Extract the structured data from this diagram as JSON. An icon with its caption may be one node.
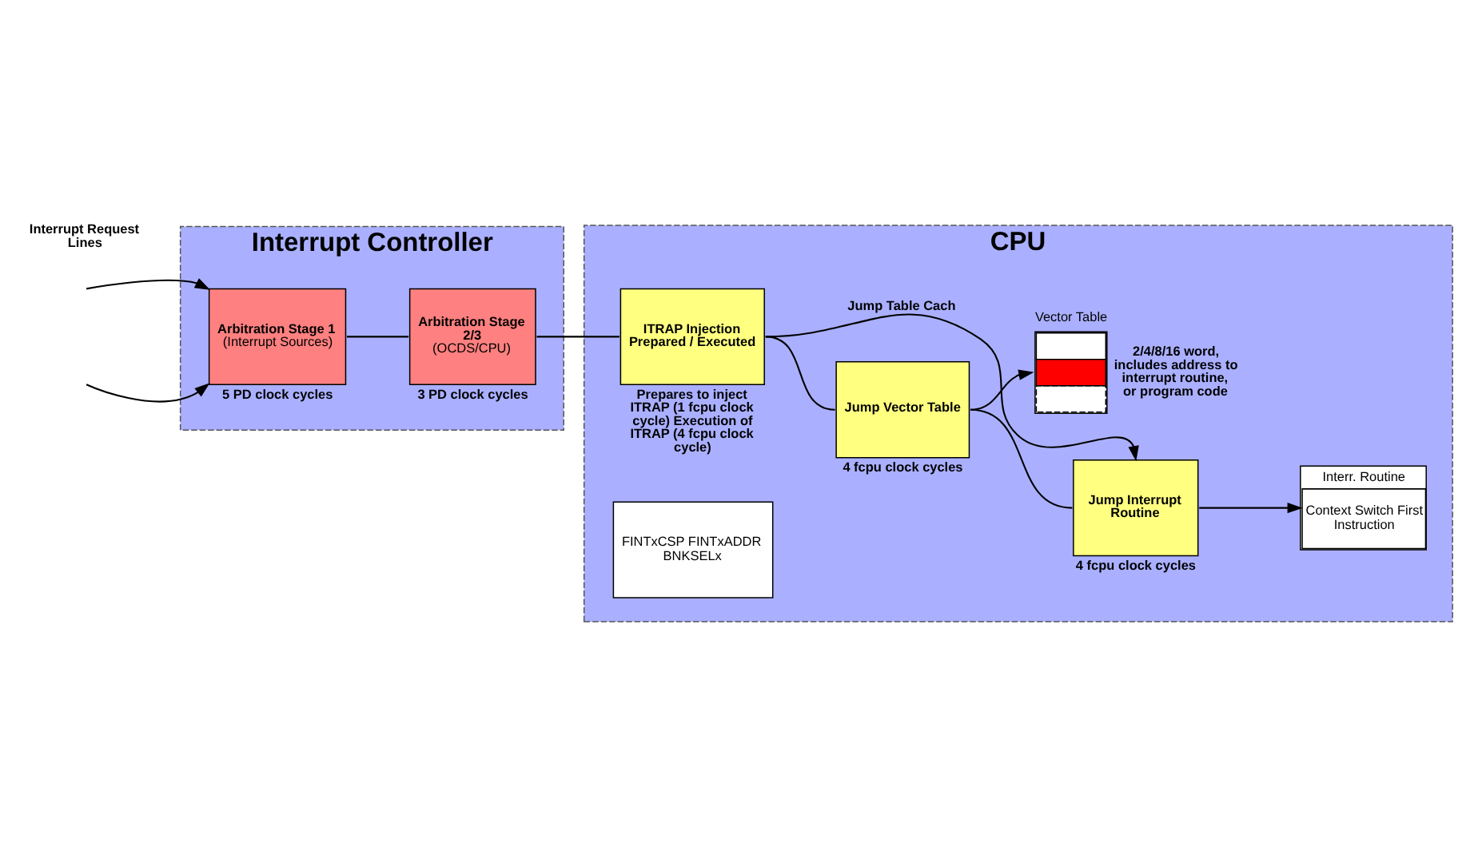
{
  "diagram": {
    "nodes": [
      {
        "text": [
          "Interrupt Controller"
        ]
      },
      {
        "text": [
          "CPU"
        ]
      },
      {
        "text": [
          "Arbitration Stage 1",
          "(Interrupt Sources)"
        ],
        "beside": [
          "5 PD clock cycles"
        ],
        "in": 0
      },
      {
        "text": [
          "Arbitration Stage 2/3",
          "(OCDS/CPU)"
        ],
        "beside": [
          "3 PD clock cycles"
        ],
        "in": 0
      },
      {
        "text": [
          "ITRAP Injection Prepared / Executed"
        ],
        "beside": [
          "Prepares to inject ITRAP (1 fcpu clock cycle) Execution of ITRAP (4 fcpu clock cycle)"
        ],
        "in": 1
      },
      {
        "text": [
          "Jump Vector Table"
        ],
        "beside": [
          "4 fcpu clock cycles"
        ],
        "in": 1
      },
      {
        "text": [
          "Jump Interrupt Routine"
        ],
        "beside": [
          "4 fcpu clock cycles"
        ],
        "in": 1
      },
      {
        "text": [
          "FINTxCSP FINTxADDR BNKSELx"
        ],
        "in": 1
      },
      {
        "text": [
          "Vector Table"
        ],
        "beside": [
          "2/4/8/16 word, includes address to interrupt routine, or program code"
        ],
        "in": 1
      },
      {
        "text": [
          "Interr. Routine",
          "Context Switch First Instruction"
        ],
        "in": 1
      }
    ],
    "edges": [
      {
        "from": null,
        "to": 2,
        "arrow": "to"
      },
      {
        "from": null,
        "to": 2,
        "arrow": "to"
      },
      {
        "from": 2,
        "to": 3,
        "arrow": "none"
      },
      {
        "from": 3,
        "to": 4,
        "arrow": "none"
      },
      {
        "from": 4,
        "to": 5,
        "arrow": "none"
      },
      {
        "from": 5,
        "to": 6,
        "arrow": "none"
      },
      {
        "from": 4,
        "to": 6,
        "label": "Jump Table Cach",
        "arrow": "to"
      },
      {
        "from": 5,
        "to": 8,
        "arrow": "to"
      },
      {
        "from": 6,
        "to": 9,
        "arrow": "to"
      }
    ],
    "labels": [
      "Interrupt Request Lines"
    ]
  }
}
